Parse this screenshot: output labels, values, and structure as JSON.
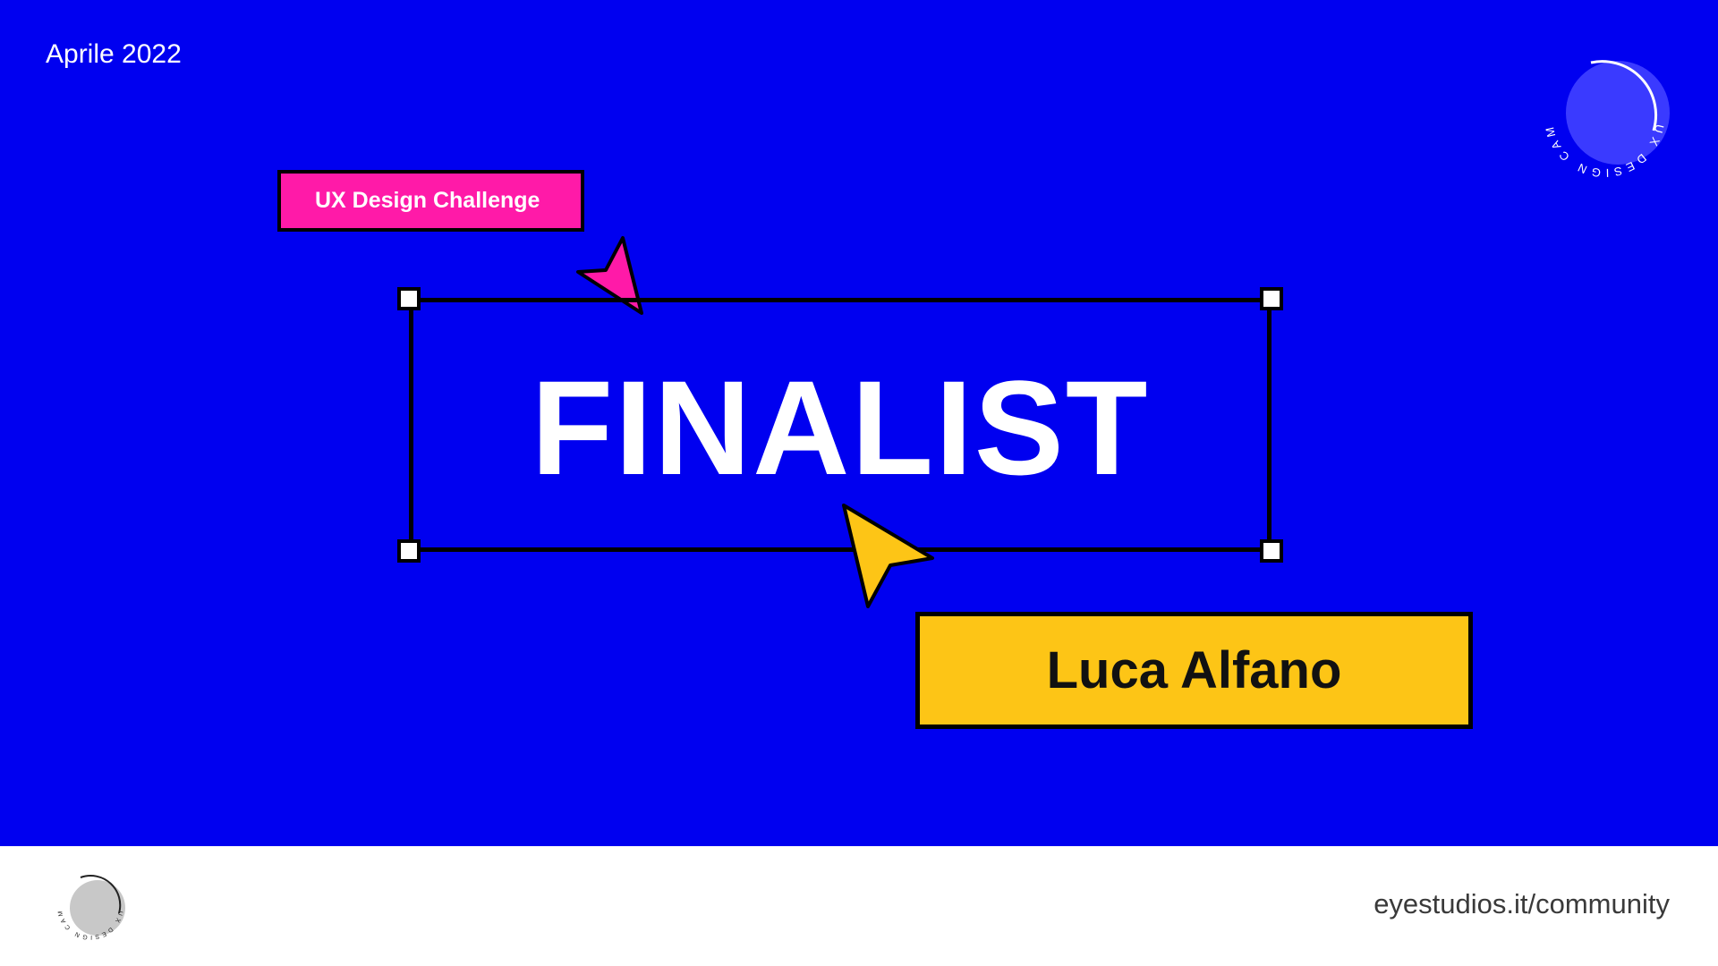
{
  "header": {
    "date": "Aprile 2022"
  },
  "badge": {
    "text": "UX DESIGN CAMP"
  },
  "tag": {
    "label": "UX Design Challenge"
  },
  "main": {
    "title": "FINALIST"
  },
  "winner": {
    "name": "Luca Alfano"
  },
  "footer": {
    "url": "eyestudios.it/community"
  },
  "colors": {
    "background": "#0000f0",
    "pink": "#ff1aa8",
    "yellow": "#fdc516",
    "footer_bg": "#ffffff"
  },
  "icons": [
    "badge-icon",
    "pink-cursor-icon",
    "yellow-cursor-icon",
    "footer-badge-icon"
  ]
}
